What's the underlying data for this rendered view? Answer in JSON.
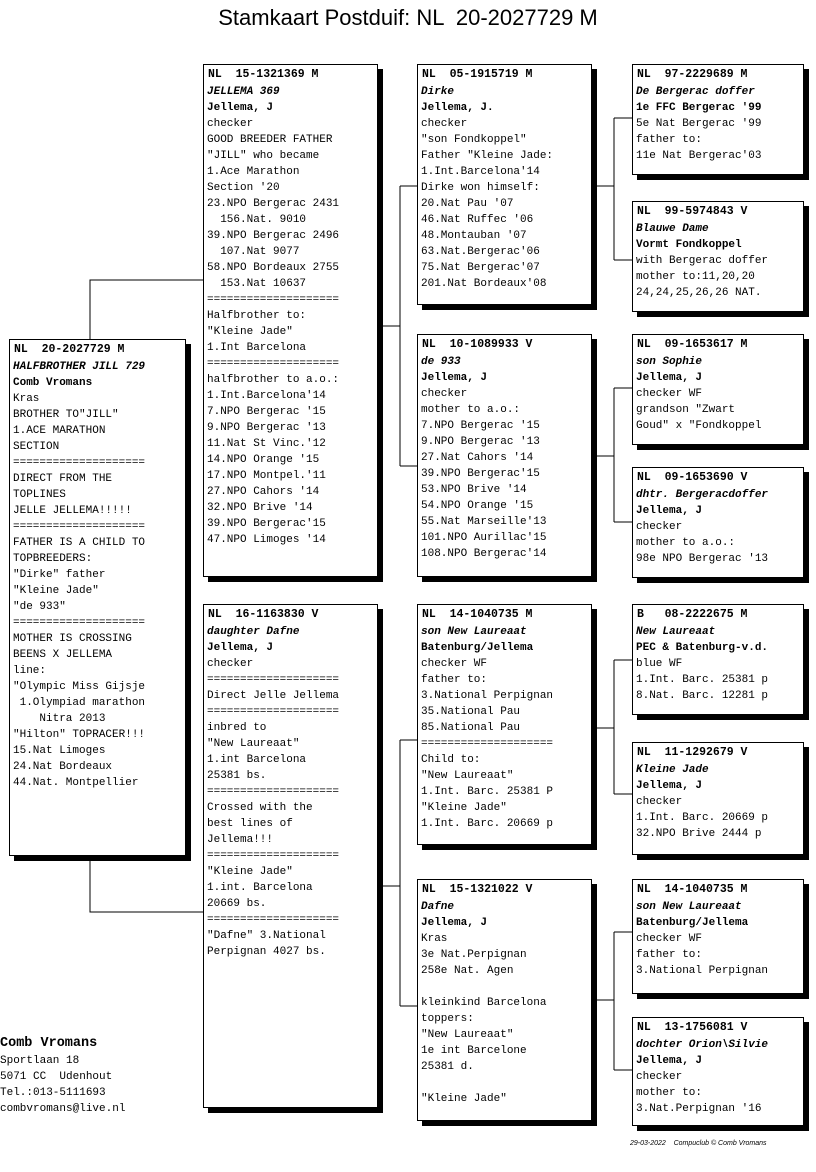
{
  "title": "Stamkaart Postduif: NL  20-2027729 M",
  "boxes": [
    {
      "id": "subject",
      "header": "NL  20-2027729 M",
      "lines": [
        {
          "t": "HALFBROTHER JILL 729",
          "s": "name"
        },
        {
          "t": "Comb Vromans",
          "s": "bold"
        },
        {
          "t": "Kras"
        },
        {
          "t": "BROTHER TO\"JILL\""
        },
        {
          "t": "1.ACE MARATHON"
        },
        {
          "t": "SECTION"
        },
        {
          "t": "===================="
        },
        {
          "t": "DIRECT FROM THE"
        },
        {
          "t": "TOPLINES"
        },
        {
          "t": "JELLE JELLEMA!!!!!"
        },
        {
          "t": "===================="
        },
        {
          "t": "FATHER IS A CHILD TO"
        },
        {
          "t": "TOPBREEDERS:"
        },
        {
          "t": "\"Dirke\" father"
        },
        {
          "t": "\"Kleine Jade\""
        },
        {
          "t": "\"de 933\""
        },
        {
          "t": "===================="
        },
        {
          "t": "MOTHER IS CROSSING"
        },
        {
          "t": "BEENS X JELLEMA"
        },
        {
          "t": "line:"
        },
        {
          "t": "\"Olympic Miss Gijsje"
        },
        {
          "t": " 1.Olympiad marathon"
        },
        {
          "t": "    Nitra 2013"
        },
        {
          "t": "\"Hilton\" TOPRACER!!!"
        },
        {
          "t": "15.Nat Limoges"
        },
        {
          "t": "24.Nat Bordeaux"
        },
        {
          "t": "44.Nat. Montpellier"
        }
      ]
    },
    {
      "id": "father",
      "header": "NL  15-1321369 M",
      "lines": [
        {
          "t": "JELLEMA 369",
          "s": "name"
        },
        {
          "t": "Jellema, J",
          "s": "bold"
        },
        {
          "t": "checker"
        },
        {
          "t": "GOOD BREEDER FATHER"
        },
        {
          "t": "\"JILL\" who became"
        },
        {
          "t": "1.Ace Marathon"
        },
        {
          "t": "Section '20"
        },
        {
          "t": "23.NPO Bergerac 2431"
        },
        {
          "t": "  156.Nat. 9010"
        },
        {
          "t": "39.NPO Bergerac 2496"
        },
        {
          "t": "  107.Nat 9077"
        },
        {
          "t": "58.NPO Bordeaux 2755"
        },
        {
          "t": "  153.Nat 10637"
        },
        {
          "t": "===================="
        },
        {
          "t": "Halfbrother to:"
        },
        {
          "t": "\"Kleine Jade\""
        },
        {
          "t": "1.Int Barcelona"
        },
        {
          "t": "===================="
        },
        {
          "t": "halfbrother to a.o.:"
        },
        {
          "t": "1.Int.Barcelona'14"
        },
        {
          "t": "7.NPO Bergerac '15"
        },
        {
          "t": "9.NPO Bergerac '13"
        },
        {
          "t": "11.Nat St Vinc.'12"
        },
        {
          "t": "14.NPO Orange '15"
        },
        {
          "t": "17.NPO Montpel.'11"
        },
        {
          "t": "27.NPO Cahors '14"
        },
        {
          "t": "32.NPO Brive '14"
        },
        {
          "t": "39.NPO Bergerac'15"
        },
        {
          "t": "47.NPO Limoges '14"
        }
      ]
    },
    {
      "id": "mother",
      "header": "NL  16-1163830 V",
      "lines": [
        {
          "t": "daughter Dafne",
          "s": "name"
        },
        {
          "t": "Jellema, J",
          "s": "bold"
        },
        {
          "t": "checker"
        },
        {
          "t": "===================="
        },
        {
          "t": "Direct Jelle Jellema"
        },
        {
          "t": "===================="
        },
        {
          "t": "inbred to"
        },
        {
          "t": "\"New Laureaat\""
        },
        {
          "t": "1.int Barcelona"
        },
        {
          "t": "25381 bs."
        },
        {
          "t": "===================="
        },
        {
          "t": "Crossed with the"
        },
        {
          "t": "best lines of"
        },
        {
          "t": "Jellema!!!"
        },
        {
          "t": "===================="
        },
        {
          "t": "\"Kleine Jade\""
        },
        {
          "t": "1.int. Barcelona"
        },
        {
          "t": "20669 bs."
        },
        {
          "t": "===================="
        },
        {
          "t": "\"Dafne\" 3.National"
        },
        {
          "t": "Perpignan 4027 bs."
        }
      ]
    },
    {
      "id": "ff",
      "header": "NL  05-1915719 M",
      "lines": [
        {
          "t": "Dirke",
          "s": "name"
        },
        {
          "t": "Jellema, J.",
          "s": "bold"
        },
        {
          "t": "checker"
        },
        {
          "t": "\"son Fondkoppel\""
        },
        {
          "t": "Father \"Kleine Jade:"
        },
        {
          "t": "1.Int.Barcelona'14"
        },
        {
          "t": "Dirke won himself:"
        },
        {
          "t": "20.Nat Pau '07"
        },
        {
          "t": "46.Nat Ruffec '06"
        },
        {
          "t": "48.Montauban '07"
        },
        {
          "t": "63.Nat.Bergerac'06"
        },
        {
          "t": "75.Nat Bergerac'07"
        },
        {
          "t": "201.Nat Bordeaux'08"
        }
      ]
    },
    {
      "id": "fm",
      "header": "NL  10-1089933 V",
      "lines": [
        {
          "t": "de 933",
          "s": "name"
        },
        {
          "t": "Jellema, J",
          "s": "bold"
        },
        {
          "t": "checker"
        },
        {
          "t": "mother to a.o.:"
        },
        {
          "t": "7.NPO Bergerac '15"
        },
        {
          "t": "9.NPO Bergerac '13"
        },
        {
          "t": "27.Nat Cahors '14"
        },
        {
          "t": "39.NPO Bergerac'15"
        },
        {
          "t": "53.NPO Brive '14"
        },
        {
          "t": "54.NPO Orange '15"
        },
        {
          "t": "55.Nat Marseille'13"
        },
        {
          "t": "101.NPO Aurillac'15"
        },
        {
          "t": "108.NPO Bergerac'14"
        }
      ]
    },
    {
      "id": "mf",
      "header": "NL  14-1040735 M",
      "lines": [
        {
          "t": "son New Laureaat",
          "s": "name"
        },
        {
          "t": "Batenburg/Jellema",
          "s": "bold"
        },
        {
          "t": "checker WF"
        },
        {
          "t": "father to:"
        },
        {
          "t": "3.National Perpignan"
        },
        {
          "t": "35.National Pau"
        },
        {
          "t": "85.National Pau"
        },
        {
          "t": "===================="
        },
        {
          "t": "Child to:"
        },
        {
          "t": "\"New Laureaat\""
        },
        {
          "t": "1.Int. Barc. 25381 P"
        },
        {
          "t": "\"Kleine Jade\""
        },
        {
          "t": "1.Int. Barc. 20669 p"
        }
      ]
    },
    {
      "id": "mm",
      "header": "NL  15-1321022 V",
      "lines": [
        {
          "t": "Dafne",
          "s": "name"
        },
        {
          "t": "Jellema, J",
          "s": "bold"
        },
        {
          "t": "Kras"
        },
        {
          "t": "3e Nat.Perpignan"
        },
        {
          "t": "258e Nat. Agen"
        },
        {
          "t": ""
        },
        {
          "t": "kleinkind Barcelona"
        },
        {
          "t": "toppers:"
        },
        {
          "t": "\"New Laureaat\""
        },
        {
          "t": "1e int Barcelone"
        },
        {
          "t": "25381 d."
        },
        {
          "t": ""
        },
        {
          "t": "\"Kleine Jade\""
        }
      ]
    },
    {
      "id": "fff",
      "header": "NL  97-2229689 M",
      "lines": [
        {
          "t": "De Bergerac doffer",
          "s": "name"
        },
        {
          "t": "1e FFC Bergerac '99",
          "s": "bold"
        },
        {
          "t": "5e Nat Bergerac '99"
        },
        {
          "t": "father to:"
        },
        {
          "t": "11e Nat Bergerac'03"
        }
      ]
    },
    {
      "id": "ffm",
      "header": "NL  99-5974843 V",
      "lines": [
        {
          "t": "Blauwe Dame",
          "s": "name"
        },
        {
          "t": "Vormt Fondkoppel",
          "s": "bold"
        },
        {
          "t": "with Bergerac doffer"
        },
        {
          "t": "mother to:11,20,20"
        },
        {
          "t": "24,24,25,26,26 NAT."
        }
      ]
    },
    {
      "id": "fmf",
      "header": "NL  09-1653617 M",
      "lines": [
        {
          "t": "son Sophie",
          "s": "name"
        },
        {
          "t": "Jellema, J",
          "s": "bold"
        },
        {
          "t": "checker WF"
        },
        {
          "t": "grandson \"Zwart"
        },
        {
          "t": "Goud\" x \"Fondkoppel"
        }
      ]
    },
    {
      "id": "fmm",
      "header": "NL  09-1653690 V",
      "lines": [
        {
          "t": "dhtr. Bergeracdoffer",
          "s": "name"
        },
        {
          "t": "Jellema, J",
          "s": "bold"
        },
        {
          "t": "checker"
        },
        {
          "t": "mother to a.o.:"
        },
        {
          "t": "98e NPO Bergerac '13"
        }
      ]
    },
    {
      "id": "mff",
      "header": "B   08-2222675 M",
      "lines": [
        {
          "t": "New Laureaat",
          "s": "name"
        },
        {
          "t": "PEC & Batenburg-v.d.",
          "s": "bold"
        },
        {
          "t": "blue WF"
        },
        {
          "t": "1.Int. Barc. 25381 p"
        },
        {
          "t": "8.Nat. Barc. 12281 p"
        }
      ]
    },
    {
      "id": "mfm",
      "header": "NL  11-1292679 V",
      "lines": [
        {
          "t": "Kleine Jade",
          "s": "name"
        },
        {
          "t": "Jellema, J",
          "s": "bold"
        },
        {
          "t": "checker"
        },
        {
          "t": "1.Int. Barc. 20669 p"
        },
        {
          "t": "32.NPO Brive 2444 p"
        }
      ]
    },
    {
      "id": "mmf",
      "header": "NL  14-1040735 M",
      "lines": [
        {
          "t": "son New Laureaat",
          "s": "name"
        },
        {
          "t": "Batenburg/Jellema",
          "s": "bold"
        },
        {
          "t": "checker WF"
        },
        {
          "t": "father to:"
        },
        {
          "t": "3.National Perpignan"
        }
      ]
    },
    {
      "id": "mmm",
      "header": "NL  13-1756081 V",
      "lines": [
        {
          "t": "dochter Orion\\Silvie",
          "s": "name"
        },
        {
          "t": "Jellema, J",
          "s": "bold"
        },
        {
          "t": "checker"
        },
        {
          "t": "mother to:"
        },
        {
          "t": "3.Nat.Perpignan '16"
        }
      ]
    }
  ],
  "owner": {
    "name": "Comb Vromans",
    "lines": [
      "Sportlaan 18",
      "5071 CC  Udenhout",
      "Tel.:013-5111693",
      "",
      "combvromans@live.nl"
    ]
  },
  "footer": "29-03-2022    Compuclub © Comb Vromans"
}
